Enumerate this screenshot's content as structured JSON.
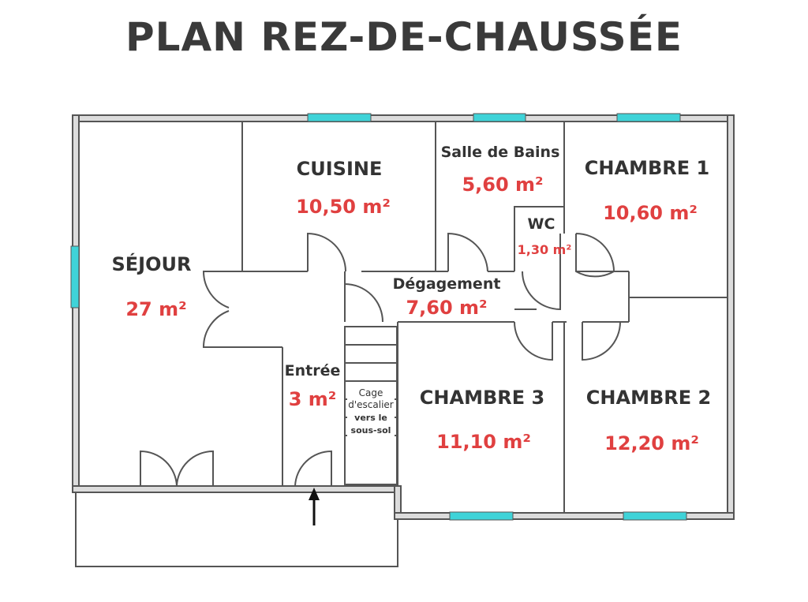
{
  "title": "PLAN REZ-DE-CHAUSSÉE",
  "colors": {
    "wall": "#555555",
    "window": "#3fd3d8",
    "room_name": "#333333",
    "area": "#e04040"
  },
  "rooms": {
    "sejour": {
      "name": "SÉJOUR",
      "area": "27 m²"
    },
    "cuisine": {
      "name": "CUISINE",
      "area": "10,50 m²"
    },
    "salle_bains": {
      "name": "Salle de Bains",
      "area": "5,60 m²"
    },
    "wc": {
      "name": "WC",
      "area": "1,30 m²"
    },
    "chambre1": {
      "name": "CHAMBRE 1",
      "area": "10,60 m²"
    },
    "degagement": {
      "name": "Dégagement",
      "area": "7,60 m²"
    },
    "entree": {
      "name": "Entrée",
      "area": "3 m²"
    },
    "chambre3": {
      "name": "CHAMBRE 3",
      "area": "11,10 m²"
    },
    "chambre2": {
      "name": "CHAMBRE 2",
      "area": "12,20 m²"
    }
  },
  "stair_label": [
    "Cage",
    "d'escalier",
    "vers le",
    "sous-sol"
  ]
}
